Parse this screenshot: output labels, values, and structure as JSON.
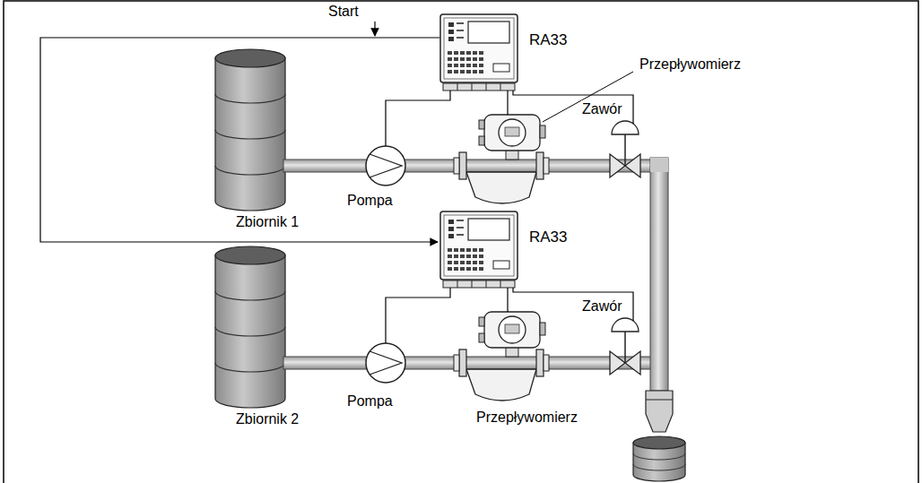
{
  "diagram": {
    "nodes": [
      {
        "text": [
          "RA33"
        ]
      },
      {
        "text": [
          "RA33"
        ]
      }
    ],
    "labels": [
      "Start",
      "Przepływomierz",
      "Zawór",
      "Zbiornik 1",
      "Pompa",
      "Zbiornik 2",
      "Pompa",
      "Przepływomierz",
      "Zawór"
    ]
  }
}
